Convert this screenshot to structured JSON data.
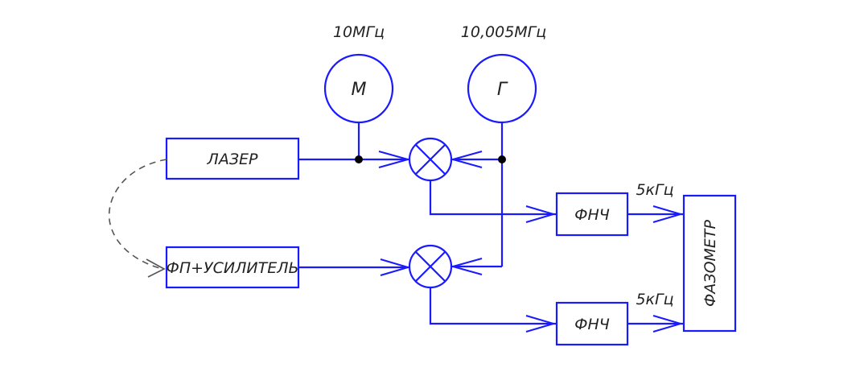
{
  "colors": {
    "line": "#1a1aff",
    "text": "#222222",
    "junction": "#000000",
    "feedback": "#555555"
  },
  "freq_labels": {
    "modulator": "10МГц",
    "generator": "10,005МГц",
    "out_top": "5кГц",
    "out_bottom": "5кГц"
  },
  "blocks": {
    "laser": "ЛАЗЕР",
    "photodetector": "ФП+УСИЛИТЕЛЬ",
    "lpf_top": "ФНЧ",
    "lpf_bottom": "ФНЧ",
    "phasemeter": "ФАЗОМЕТР"
  },
  "circles": {
    "modulator": "М",
    "generator": "Г"
  },
  "icons": {
    "mixer": "mixer-cross-icon",
    "junction": "junction-dot-icon"
  }
}
